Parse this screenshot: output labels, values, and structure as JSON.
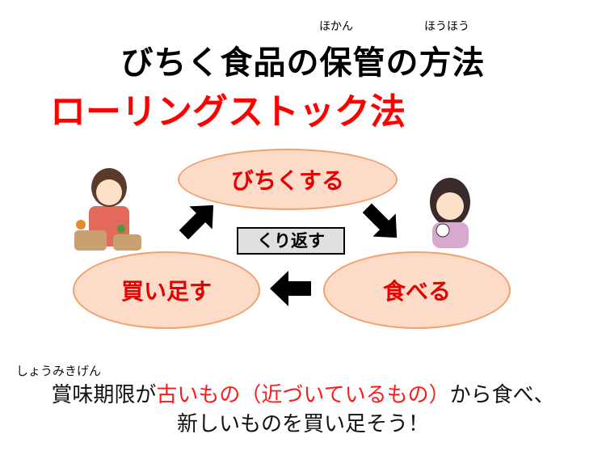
{
  "title": {
    "text_a": "びちく食品の",
    "text_b": "保管",
    "text_c": "の",
    "text_d": "方法",
    "ruby_hokan": "ほかん",
    "ruby_houhou": "ほうほう"
  },
  "subtitle": "ローリングストック法",
  "cycle": {
    "stock": "びちくする",
    "eat": "食べる",
    "buy": "買い足す",
    "repeat": "くり返す"
  },
  "note": {
    "ruby": "しょうみきげん",
    "line1_a": "賞味期限が",
    "line1_red": "古いもの（近づいているもの）",
    "line1_b": "から食べ、",
    "line2": "新しいものを買い足そう！"
  },
  "colors": {
    "accent": "#ff0000",
    "ellipse_fill": "#fcdcc8",
    "ellipse_border": "#f2a06e"
  }
}
